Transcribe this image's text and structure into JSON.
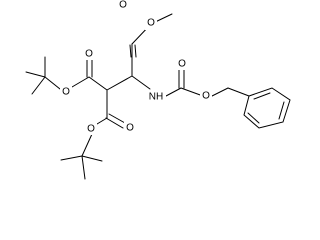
{
  "molecule": {
    "atom_labels": {
      "o_methyl_ester_carbonyl": "O",
      "o_methyl_ester_ether": "O",
      "o_carbamate_carbonyl": "O",
      "o_carbamate_ether": "O",
      "nh_carbamate": "NH",
      "o_tbu_ester1_carbonyl": "O",
      "o_tbu_ester1_ether": "O",
      "o_tbu_ester2_carbonyl": "O",
      "o_tbu_ester2_ether": "O"
    },
    "colors": {
      "bond": "#000000",
      "label": "#000000",
      "background": "#ffffff"
    }
  }
}
